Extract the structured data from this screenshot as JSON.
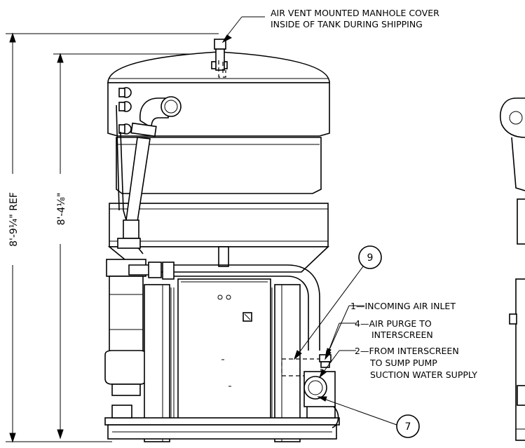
{
  "annotations": {
    "vent_line1": "AIR VENT MOUNTED MANHOLE COVER",
    "vent_line2": "INSIDE OF TANK DURING SHIPPING",
    "incoming_air": "1—INCOMING AIR INLET",
    "air_purge_line1": "4—AIR PURGE TO",
    "air_purge_line2": "INTERSCREEN",
    "from_interscreen_line1": "2—FROM INTERSCREEN",
    "from_interscreen_line2": "TO SUMP PUMP",
    "from_interscreen_line3": "SUCTION WATER SUPPLY"
  },
  "callouts": {
    "balloon_top": "9",
    "balloon_bottom": "7"
  },
  "dimensions": {
    "overall_height": "8'-9¼\" REF",
    "tank_height": "8'-4⅛\""
  }
}
